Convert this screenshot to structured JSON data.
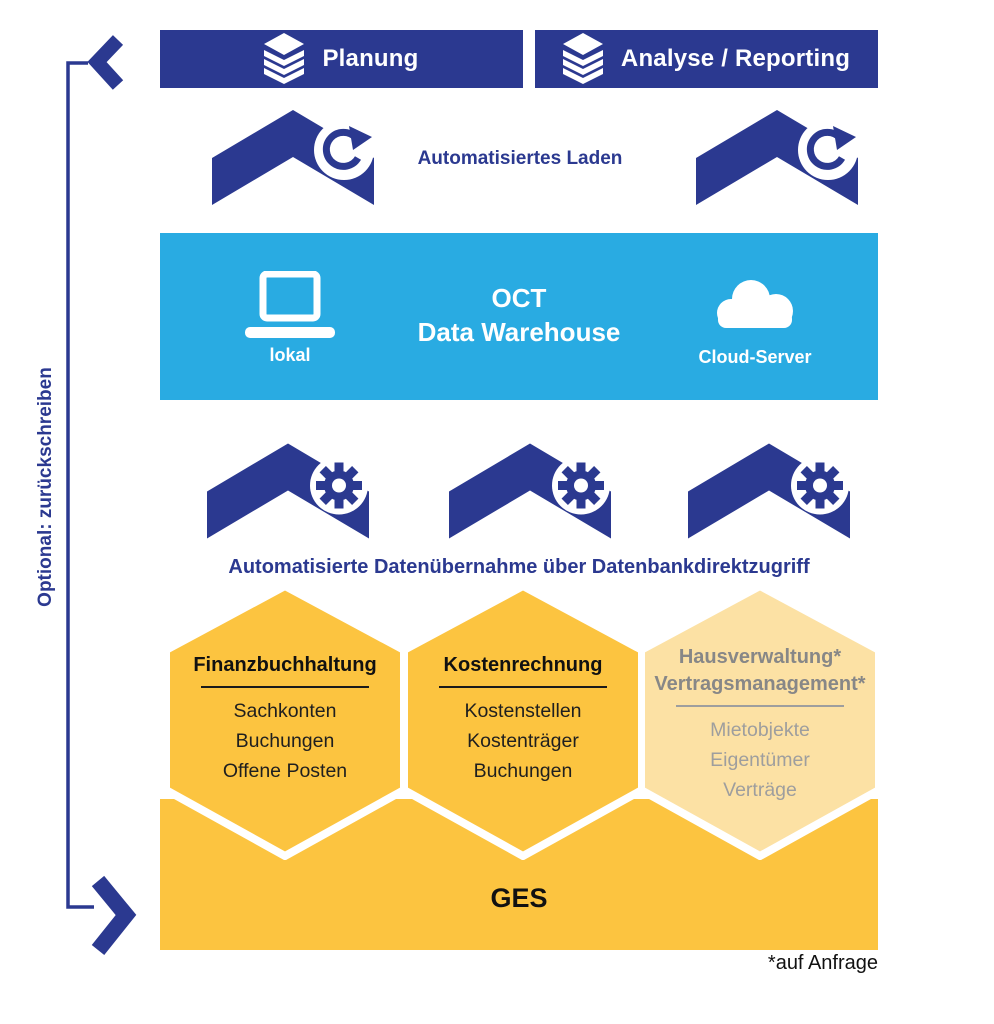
{
  "colors": {
    "dark_blue": "#2B3990",
    "light_blue": "#29ABE2",
    "yellow": "#FCC440",
    "light_yellow": "#FCE1A4",
    "grey_title": "#878787",
    "grey_body": "#9E9E9E"
  },
  "top_bars": {
    "planung": "Planung",
    "analyse": "Analyse / Reporting"
  },
  "load_row": {
    "label": "Automatisiertes Laden"
  },
  "warehouse": {
    "line1": "OCT",
    "line2": "Data Warehouse",
    "local_label": "lokal",
    "cloud_label": "Cloud-Server"
  },
  "transfer_row": {
    "label": "Automatisierte Datenübernahme über Datenbankdirektzugriff"
  },
  "hexagons": [
    {
      "title": "Finanzbuchhaltung",
      "items": [
        "Sachkonten",
        "Buchungen",
        "Offene Posten"
      ]
    },
    {
      "title": "Kostenrechnung",
      "items": [
        "Kostenstellen",
        "Kostenträger",
        "Buchungen"
      ]
    },
    {
      "title_line1": "Hausverwaltung*",
      "title_line2": "Vertragsmanagement*",
      "items": [
        "Mietobjekte",
        "Eigentümer",
        "Verträge"
      ]
    }
  ],
  "ges": {
    "label": "GES"
  },
  "footnote": "*auf Anfrage",
  "writeback": {
    "label": "Optional: zurückschreiben"
  }
}
